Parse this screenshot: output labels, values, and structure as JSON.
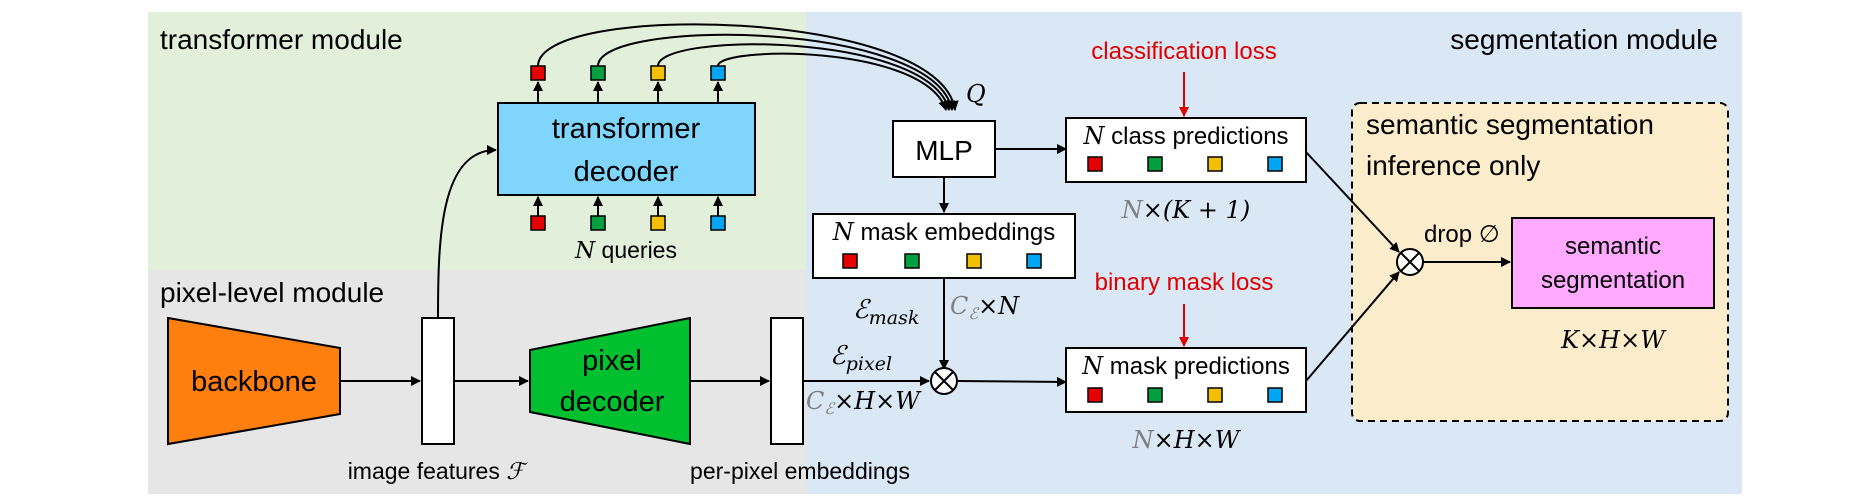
{
  "regions": {
    "transformer": "transformer module",
    "pixel": "pixel-level module",
    "segmentation": "segmentation module",
    "inference": [
      "semantic segmentation",
      "inference only"
    ]
  },
  "blocks": {
    "backbone": "backbone",
    "pixel_decoder": [
      "pixel",
      "decoder"
    ],
    "transformer_decoder": [
      "transformer",
      "decoder"
    ],
    "mlp": "MLP",
    "semantic_seg": [
      "semantic",
      "segmentation"
    ]
  },
  "labels": {
    "image_features": "image features",
    "image_features_sym": "ℱ",
    "per_pixel_embeddings": "per-pixel embeddings",
    "queries_n": "N",
    "queries": "queries",
    "q": "Q",
    "class_pred_n": "N",
    "class_pred": "class predictions",
    "mask_emb_n": "N",
    "mask_emb": "mask embeddings",
    "mask_pred_n": "N",
    "mask_pred": "mask predictions",
    "classification_loss": "classification loss",
    "binary_mask_loss": "binary mask loss",
    "drop": "drop ∅",
    "eps": "ℰ",
    "sub_mask": "mask",
    "sub_pixel": "pixel",
    "c": "C",
    "c_sub": "ℰ",
    "times_n": "×N",
    "times_hw": "×H×W",
    "n": "N",
    "class_dim": "×(K + 1)",
    "mask_dim": "×H×W",
    "out_dim": "K×H×W"
  },
  "colors": {
    "transformer_bg": "#e2efda",
    "pixel_bg": "#e7e6e6",
    "segmentation_bg": "#dae7f5",
    "inference_bg": "#fbeccb",
    "backbone": "#ff7f0e",
    "pixel_decoder": "#00c030",
    "transformer_decoder": "#7fd5fc",
    "semantic_seg": "#ffaaff",
    "q1": "#e60000",
    "q2": "#00a040",
    "q3": "#f2c000",
    "q4": "#00a6f2",
    "loss": "#e00000"
  },
  "icons": [
    "otimes-icon",
    "arrow-icon"
  ]
}
